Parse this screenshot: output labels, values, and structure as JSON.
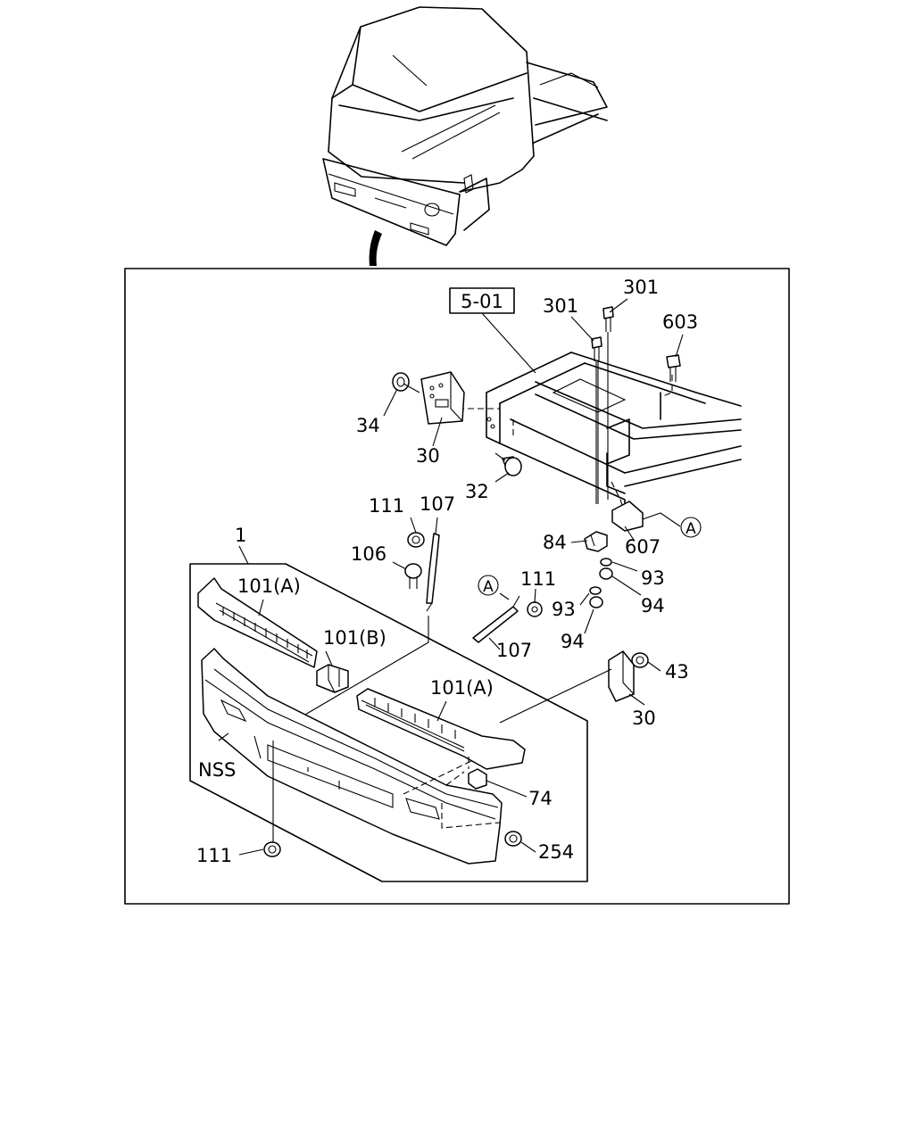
{
  "ref_box": "5-01",
  "callouts": {
    "c1": "1",
    "c30a": "30",
    "c30b": "30",
    "c32": "32",
    "c34": "34",
    "c43": "43",
    "c74": "74",
    "c84": "84",
    "c93a": "93",
    "c93b": "93",
    "c94a": "94",
    "c94b": "94",
    "c101a1": "101(A)",
    "c101a2": "101(A)",
    "c101b": "101(B)",
    "c106": "106",
    "c107a": "107",
    "c107b": "107",
    "c111a": "111",
    "c111b": "111",
    "c111c": "111",
    "c254": "254",
    "c301a": "301",
    "c301b": "301",
    "c603": "603",
    "c607": "607",
    "nss": "NSS"
  },
  "markers": {
    "a1": "A",
    "a2": "A"
  }
}
